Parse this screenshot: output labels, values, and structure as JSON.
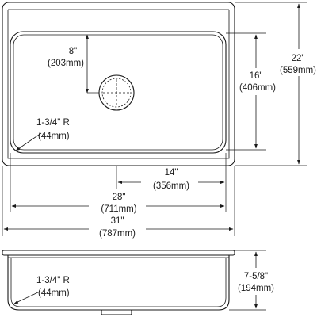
{
  "top_view": {
    "drain_offset": {
      "imperial": "8\"",
      "metric": "(203mm)"
    },
    "bowl_length": {
      "imperial": "16\"",
      "metric": "(406mm)"
    },
    "overall_length": {
      "imperial": "22\"",
      "metric": "(559mm)"
    },
    "corner_radius": {
      "imperial": "1-3/4\" R",
      "metric": "(44mm)"
    },
    "drain_to_edge": {
      "imperial": "14\"",
      "metric": "(356mm)"
    },
    "bowl_width": {
      "imperial": "28\"",
      "metric": "(711mm)"
    },
    "overall_width": {
      "imperial": "31\"",
      "metric": "(787mm)"
    }
  },
  "side_view": {
    "corner_radius": {
      "imperial": "1-3/4\" R",
      "metric": "(44mm)"
    },
    "depth": {
      "imperial": "7-5/8\"",
      "metric": "(194mm)"
    }
  }
}
